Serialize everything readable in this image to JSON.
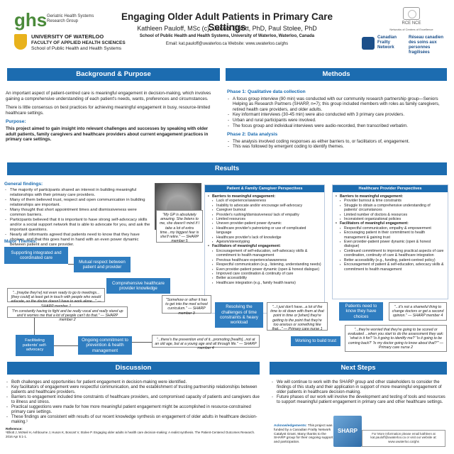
{
  "header": {
    "title": "Engaging Older Adult Patients in Primary Care Settings",
    "authors": "Kathleen Pauloff, MSc (c), Jacobi Elliott, PhD, Paul Stolee, PhD",
    "affiliation": "School of Public Health and Health Systems, University of Waterloo, Waterloo, Canada",
    "contact": "Email: kat.pauloff@uwaterloo.ca     Website: www.uwaterloo.ca/ghs",
    "logo_ghs_letters": "ghs",
    "logo_ghs_sub": "Geriatric Health Systems Research Group",
    "logo_uw_line1": "UNIVERSITY OF WATERLOO",
    "logo_uw_line2": "FACULTY OF APPLIED HEALTH SCIENCES",
    "logo_uw_line3": "School of Public Health and Health Systems",
    "logo_rce": "RCE NCE",
    "logo_rce_sub": "Networks of Centres of Excellence",
    "logo_cfn": "Canadian Frailty Network",
    "logo_cfn_fr": "Réseau canadien des soins aux personnes fragilisées"
  },
  "background": {
    "heading": "Background & Purpose",
    "para1": "An important aspect of patient-centred care is meaningful engagement in decision-making, which involves gaining a comprehensive understanding of each patient's needs, wants, preferences and circumstances.",
    "para2": "There is little consensus on best practices for achieving meaningful engagement in busy, resource-limited healthcare settings.",
    "purpose_label": "Purpose:",
    "purpose_text": "This project aimed to gain insight into relevant challenges and successes by speaking with older adult patients, family caregivers and healthcare providers about current engagement practices in primary care settings."
  },
  "methods": {
    "heading": "Methods",
    "phase1_label": "Phase 1: Qualitative data collection",
    "phase1_items": [
      "A focus group interview (90 min) was conducted with our community research partnership group—Seniors Helping as Research Partners (SHARP, n=7); this group included members with roles as family caregivers, retired health care providers, and older adults.",
      "Key informant interviews (30-45 min) were also conducted with 3  primary care providers.",
      "Urban and rural participants were involved.",
      "The focus group and individual interviews were audio-recorded, then transcribed verbatim."
    ],
    "phase2_label": "Phase 2: Data analysis",
    "phase2_items": [
      "The analysis involved coding responses as either barriers to, or facilitators of, engagement.",
      "This was followed by emergent coding to identify themes."
    ]
  },
  "results": {
    "heading": "Results",
    "general_label": "General findings:",
    "general_items": [
      "The majority of participants shared an interest in building meaningful relationships with their primary care providers.",
      "Many of them believed trust, respect and open communication in building relationships are important.",
      "Many thought that short appointment times and dismissiveness were common barriers.",
      "Participants believed that it is important to have strong self-advocacy skills and/or a social support network that is able to advocate for you, and ask the important questions.",
      "Nearly all informants agreed that patients need to know that they have choices, and that this goes hand in hand with an even power dynamic between patient and care provider."
    ],
    "major_label": "Major Themes:",
    "patient_persp": {
      "title": "Patient & Family Caregiver Perspectives",
      "barriers_label": "Barriers to meaningful engagement:",
      "barriers": [
        "Lack of experience/awareness",
        "Inability to advocate and/or encourage self-advocacy",
        "Caregiver burnout",
        "Provider's rushing/dismissiveness/ lack of empathy",
        "Limited resources",
        "Uneven provider-patient power dynamic",
        "Healthcare provider's patronizing or use of complicated language",
        "Healthcare provider's lack of knowledge",
        "Ageism/stereotyping"
      ],
      "facilitators_label": "Facilitators of meaningful engagement:",
      "facilitators": [
        "Encouragement of self-education, self-advocacy skills & commitment to health management",
        "Previous healthcare experience/awareness",
        "Respectful communication (e.g., listening, understanding needs)",
        "Even provider-patient power dynamic (open & honest dialogue)",
        "Improved care coordination & continuity of care",
        "Better accessibility",
        "Healthcare integration (e.g., family health teams)"
      ]
    },
    "provider_persp": {
      "title": "Healthcare Provider Perspectives",
      "barriers_label": "Barriers to meaningful engagement:",
      "barriers": [
        "Provider burnout & time constraints",
        "Struggle to obtain a comprehensive understanding of patients' circumstances",
        "Limited number of doctors & resources",
        "Inconsistent organizational policies"
      ],
      "facilitators_label": "Facilitators of meaningful engagement:",
      "facilitators": [
        "Respectful communication, empathy & empowerment",
        "Encouraging patient in their commitment to health management & gaining trust",
        "Even provider-patient power dynamic (open & honest dialogue)",
        "Continued commitment to improving practical aspects of care coordination, continuity of care & healthcare integration",
        "Better accessibility (e.g., funding, patient-centred policy)",
        "Encouragement of patient & self-education, advocacy skills & commitment to health management"
      ]
    },
    "themes": {
      "integrated": "Supporting integrated and coordinated care",
      "respect": "Mutual respect between patient and provider",
      "knowledge": "Comprehensive healthcare provider knowledge",
      "self_advocacy": "Facilitating patients' self-advocacy",
      "ongoing": "Ongoing commitment to prevention & health management",
      "time": "Resolving the challenges of time constraints & heavy workload",
      "choices": "Patients need to know they have choices",
      "trust": "Working to build trust"
    },
    "quotes": {
      "gp": "\"My GP is absolutely amazing. She listens to me, she doesn't mind if I take a lot of extra time...my biggest fear is she'll retire.\" — SHARP member 5",
      "maybe": "\"...[maybe they're] not even ready to go to meetings...[they could] at least get in touch with people who would educate, so the doctor doesn't have to work alone...\" — SHARP member 1",
      "fight": "\"I'm constantly having to fight and be really vocal and really stand up and it worries me that a lot of people can't do that.\" — SHARP member 2",
      "somehow": "\"Somehow or other it has to get into the med school curriculum.\" — SHARP member 3",
      "prevention": "\"...there's the prevention end of it...promoting [health]...not at an old age, but at a young age and all through life.\" — SHARP member 4",
      "justdont": "\"...I just don't have...a lot of the time to sit down with them at that point in time or [when] they're getting to the point that they're too anxious or something like that...\" — Primary care nurse 1",
      "shameful": "\"...it's not a shameful thing to change doctors or get a second opinion.\" — SHARP member 4",
      "worried": "\"...they're worried that they're going to be scored or evaluated ...when you start to do the assessment they ask: 'what is it for? 'Is it going to identify me?' 'Is it going to be coming back?' 'Is my doctor going to know about that?'\" — Primary care nurse 2"
    }
  },
  "discussion": {
    "heading": "Discussion",
    "items": [
      "Both challenges and opportunities for patient engagement in decision-making were identified.",
      "Key facilitators of engagement were respectful communication, and the establishment of trusting partnership relationships between patients and healthcare providers.",
      "Barriers to engagement included time constraints of healthcare providers, and compromised capacity of patients and caregivers due to illness and stress.",
      "Practical suggestions were made for how more meaningful patient engagement might be accomplished in resource-constrained primary care settings.",
      "These findings are consistent with results of our recent knowledge synthesis on engagement of older adults in healthcare decision-making.¹"
    ],
    "ref_label": "Reference:",
    "ref_text": "¹Elliott J, McNeil H, Ashbourne J, Huson K, Boscart V, Stolee P. Engaging older adults in health care decision-making: A realist synthesis. The Patient-Centered Outcomes Research. 2016 Apr 5:1-1."
  },
  "next_steps": {
    "heading": "Next Steps",
    "items": [
      "We will continue to work with the SHARP group and other stakeholders to consider the findings of this study and their application in support of more meaningful engagement of older patients in healthcare decision-making.",
      "Future phases of our work will involve the development and testing of tools and resources to support meaningful patient engagement in primary care and other healthcare settings."
    ],
    "ack_label": "Acknowledgements:",
    "ack_text": "This project was funded by a Canadian Frailty Network Catalyst Grant. Many thanks to the SHARP group for their ongoing support and participation.",
    "sharp_logo": "SHARP",
    "more_info": "For More Information please email kathleen at kat.pauloff@uwaterloo.ca or visit our website at: www.uwaterloo.ca/ghs"
  },
  "colors": {
    "band": "#1c6cb0",
    "theme_box": "#2f7dc0",
    "accent_text": "#1c6cb0"
  }
}
